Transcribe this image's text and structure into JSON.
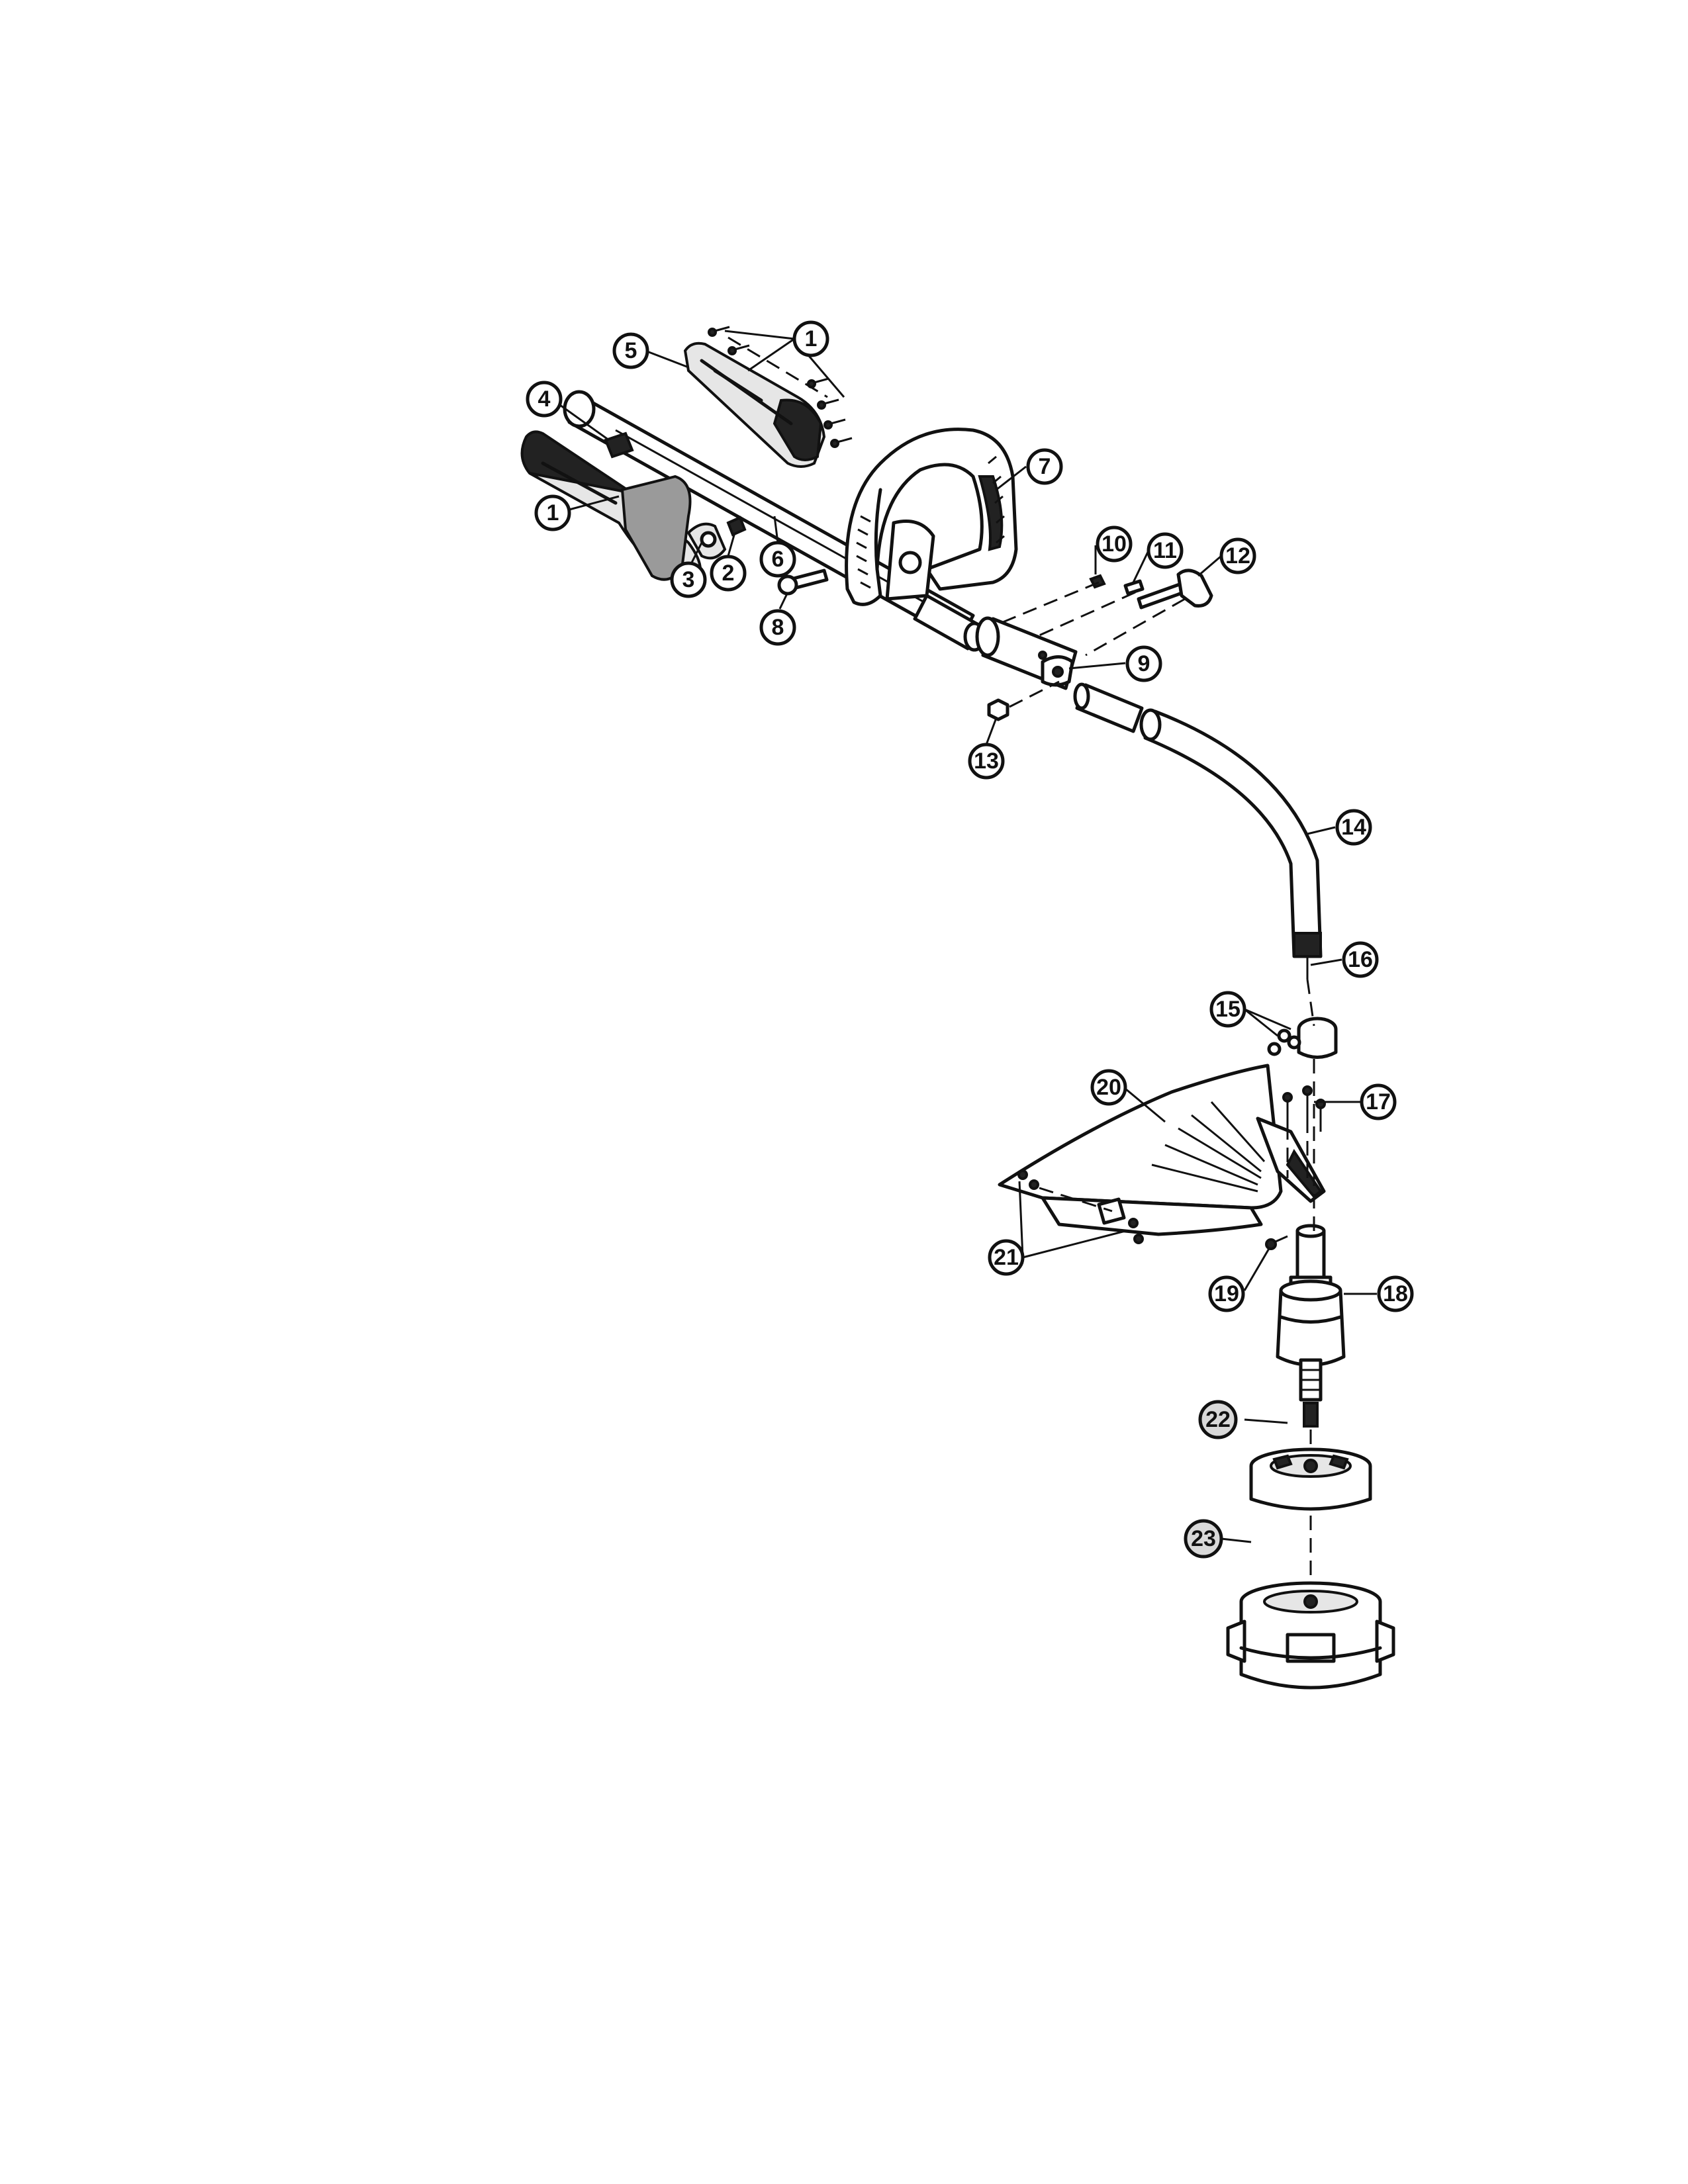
{
  "callouts": [
    {
      "id": "1a",
      "label": "1"
    },
    {
      "id": "1b",
      "label": "1"
    },
    {
      "id": "2",
      "label": "2"
    },
    {
      "id": "3",
      "label": "3"
    },
    {
      "id": "4",
      "label": "4"
    },
    {
      "id": "5",
      "label": "5"
    },
    {
      "id": "6",
      "label": "6"
    },
    {
      "id": "7",
      "label": "7"
    },
    {
      "id": "8",
      "label": "8"
    },
    {
      "id": "9",
      "label": "9"
    },
    {
      "id": "10",
      "label": "10"
    },
    {
      "id": "11",
      "label": "11"
    },
    {
      "id": "12",
      "label": "12"
    },
    {
      "id": "13",
      "label": "13"
    },
    {
      "id": "14",
      "label": "14"
    },
    {
      "id": "15",
      "label": "15"
    },
    {
      "id": "16",
      "label": "16"
    },
    {
      "id": "17",
      "label": "17"
    },
    {
      "id": "18",
      "label": "18"
    },
    {
      "id": "19",
      "label": "19"
    },
    {
      "id": "20",
      "label": "20"
    },
    {
      "id": "21",
      "label": "21"
    },
    {
      "id": "22",
      "label": "22"
    },
    {
      "id": "23",
      "label": "23"
    }
  ]
}
